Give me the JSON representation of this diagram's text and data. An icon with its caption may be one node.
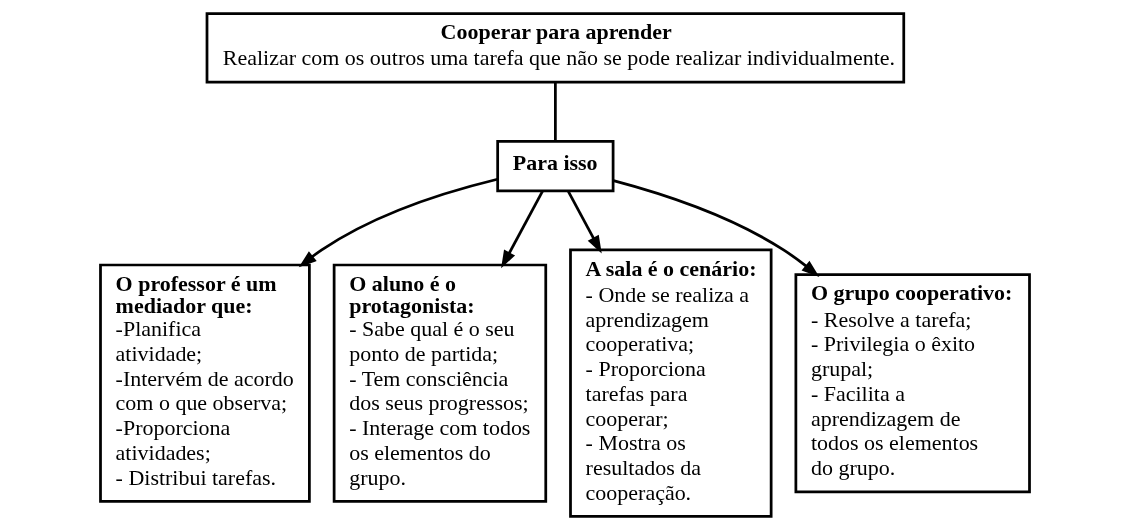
{
  "diagram": {
    "nodes": [
      {
        "text": [
          "Cooperar para aprender",
          "Realizar com os outros uma tarefa que não se pode realizar individualmente."
        ]
      },
      {
        "text": [
          "Para isso"
        ]
      },
      {
        "text": [
          "O professor é um mediador que:",
          "-Planifica atividade;",
          "-Intervém de acordo com o que observa;",
          "-Proporciona atividades;",
          "- Distribui tarefas."
        ]
      },
      {
        "text": [
          "O aluno é o protagonista:",
          "- Sabe qual é o seu ponto de partida;",
          "- Tem consciência dos seus progressos;",
          "- Interage com todos os elementos do grupo."
        ]
      },
      {
        "text": [
          "A sala é o cenário:",
          "- Onde se realiza a aprendizagem cooperativa;",
          "- Proporciona tarefas para cooperar;",
          "- Mostra os resultados da cooperação."
        ]
      },
      {
        "text": [
          "O grupo cooperativo:",
          "- Resolve a tarefa;",
          "- Privilegia o êxito grupal;",
          "- Facilita a aprendizagem de todos os elementos do grupo."
        ]
      }
    ],
    "edges": [
      {
        "from": 0,
        "to": 1,
        "arrow": "none"
      },
      {
        "from": 1,
        "to": 2,
        "arrow": "to"
      },
      {
        "from": 1,
        "to": 3,
        "arrow": "to"
      },
      {
        "from": 1,
        "to": 4,
        "arrow": "to"
      },
      {
        "from": 1,
        "to": 5,
        "arrow": "to"
      }
    ]
  }
}
